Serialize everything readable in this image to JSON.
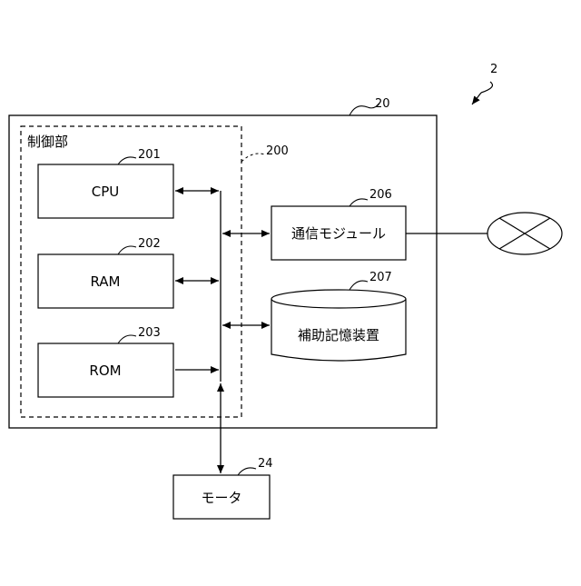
{
  "figure_ref": "2",
  "outer_box": {
    "ref": "20"
  },
  "control_unit": {
    "label": "制御部",
    "ref": "200"
  },
  "cpu": {
    "label": "CPU",
    "ref": "201"
  },
  "ram": {
    "label": "RAM",
    "ref": "202"
  },
  "rom": {
    "label": "ROM",
    "ref": "203"
  },
  "comm_module": {
    "label": "通信モジュール",
    "ref": "206"
  },
  "storage": {
    "label": "補助記憶装置",
    "ref": "207"
  },
  "motor": {
    "label": "モータ",
    "ref": "24"
  },
  "network_icon": "network-cross-circle-icon"
}
